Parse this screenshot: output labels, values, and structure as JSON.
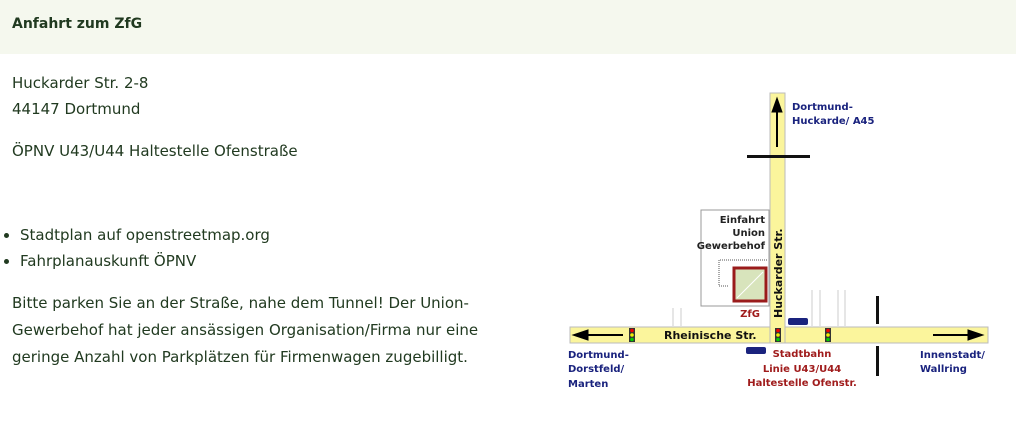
{
  "header": {
    "title": "Anfahrt zum ZfG"
  },
  "address": {
    "street": "Huckarder Str. 2-8",
    "city": "44147 Dortmund",
    "transit": "ÖPNV U43/U44 Haltestelle Ofenstraße"
  },
  "links": [
    "Stadtplan auf openstreetmap.org",
    "Fahrplanauskunft ÖPNV"
  ],
  "parking_note": "Bitte parken Sie an der Straße, nahe dem Tunnel! Der Union-Gewerbehof hat jeder ansässigen Organisation/Firma nur eine geringe Anzahl von Parkplätzen für Firmenwagen zugebilligt.",
  "map": {
    "north": [
      "Dortmund-",
      "Huckarde/ A45"
    ],
    "west": [
      "Dortmund-",
      "Dorstfeld/",
      "Marten"
    ],
    "east": [
      "Innenstadt/",
      "Wallring"
    ],
    "entrance": [
      "Einfahrt",
      "Union",
      "Gewerbehof"
    ],
    "zfg": "ZfG",
    "street_h": "Rheinische Str.",
    "street_v": "Huckarder Str.",
    "tram": [
      "Stadtbahn",
      "Linie U43/U44",
      "Haltestelle Ofenstr."
    ],
    "colors": {
      "road": "#fbf59c",
      "label": "#1a237e",
      "accent": "#a01c1c"
    }
  }
}
